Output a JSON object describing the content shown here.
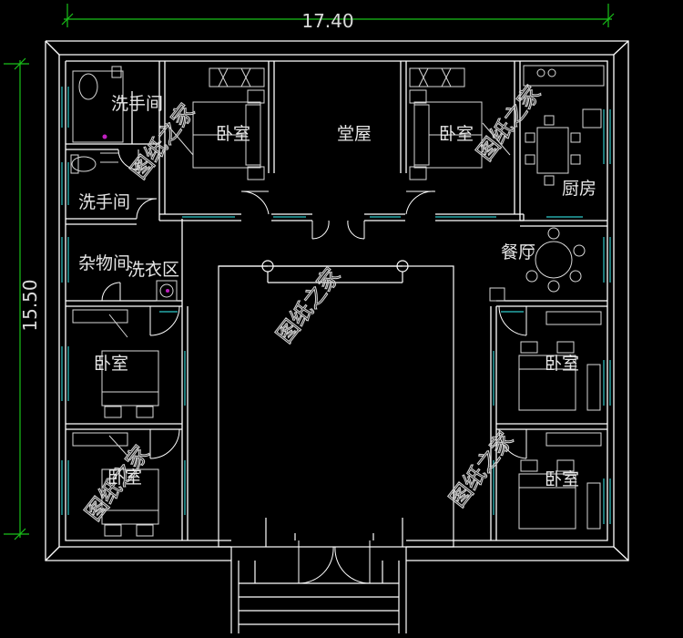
{
  "plan": {
    "dimensions": {
      "width_label": "17.40",
      "depth_label": "15.50"
    },
    "rooms": {
      "washroom_top": "洗手间",
      "washroom_mid": "洗手间",
      "storage": "杂物间",
      "laundry": "洗衣区",
      "bedroom_top_left": "卧室",
      "main_hall": "堂屋",
      "bedroom_top_right": "卧室",
      "kitchen": "厨房",
      "dining": "餐厅",
      "bedroom_mid_left": "卧室",
      "bedroom_mid_right": "卧室",
      "bedroom_low_left": "卧室",
      "bedroom_low_right": "卧室"
    },
    "watermark": "图纸之家",
    "colors": {
      "wall": "#ffffff",
      "dimension": "#19c119",
      "window": "#2ec9c9",
      "furniture": "#d8d8d8",
      "fixture_accent": "#c020c0",
      "background": "#000000"
    }
  }
}
